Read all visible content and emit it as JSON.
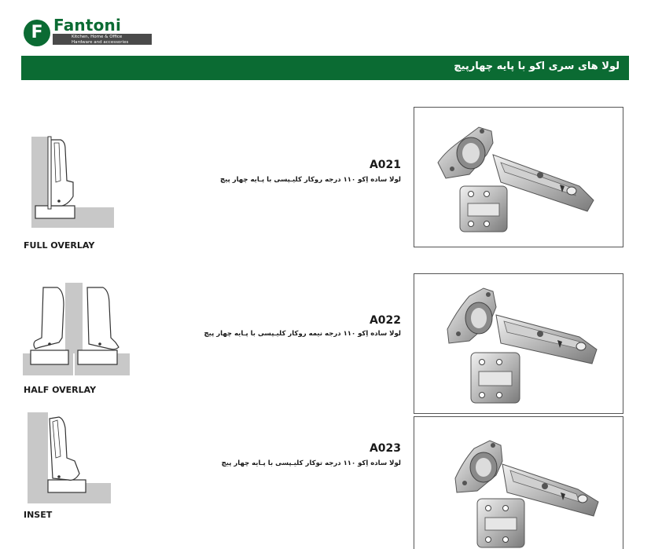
{
  "brand": {
    "letter": "F",
    "name": "Fantoni",
    "tagline_1": "Kitchen, Home & Office",
    "tagline_2": "Hardware and accessories",
    "color": "#0b6b33"
  },
  "banner": {
    "title": "لولا های سری اکو با پایه چهارپیچ",
    "color": "#0b6b33"
  },
  "products": [
    {
      "code": "A021",
      "description": "لولا ساده اِکو ۱۱۰ درجه روکار کلیـپسی با پـایه چهار پیچ",
      "overlay_label": "FULL OVERLAY",
      "overlay_icon": "full-overlay-diagram",
      "photo_icon": "hinge-photo"
    },
    {
      "code": "A022",
      "description": "لولا ساده اِکو ۱۱۰ درجه نیمه روکار کلیـپسی با پـایه چهار پیچ",
      "overlay_label": "HALF OVERLAY",
      "overlay_icon": "half-overlay-diagram",
      "photo_icon": "hinge-photo"
    },
    {
      "code": "A023",
      "description": "لولا ساده اِکو ۱۱۰ درجه توکار کلیـپسی با پـایه چهار پیچ",
      "overlay_label": "INSET",
      "overlay_icon": "inset-diagram",
      "photo_icon": "hinge-photo"
    }
  ]
}
